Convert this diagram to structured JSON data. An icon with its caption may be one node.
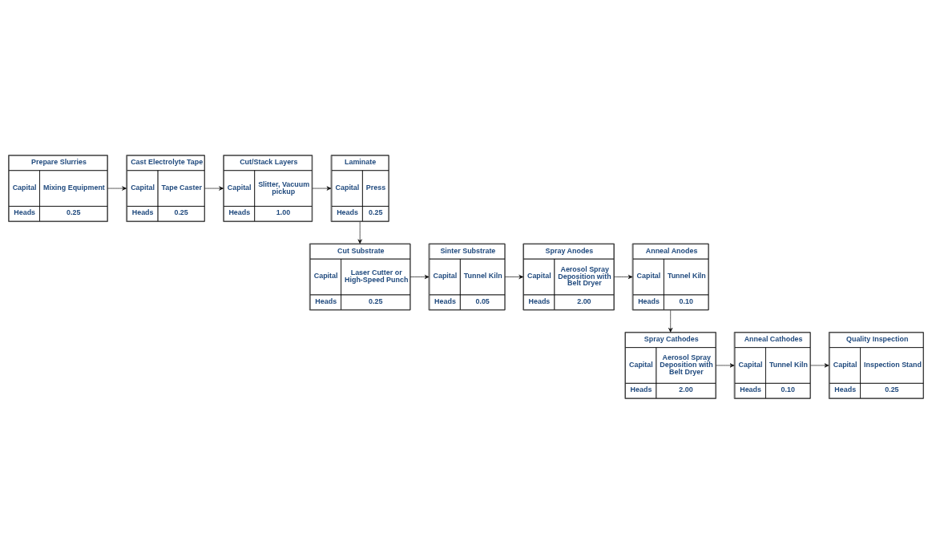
{
  "diagram": {
    "nodes": [
      {
        "text": [
          "Prepare Slurries",
          "Capital",
          "Mixing Equipment",
          "Heads",
          "0.25"
        ]
      },
      {
        "text": [
          "Cast Electrolyte Tape",
          "Capital",
          "Tape Caster",
          "Heads",
          "0.25"
        ]
      },
      {
        "text": [
          "Cut/Stack Layers",
          "Capital",
          "Slitter, Vacuum pickup",
          "Heads",
          "1.00"
        ]
      },
      {
        "text": [
          "Laminate",
          "Capital",
          "Press",
          "Heads",
          "0.25"
        ]
      },
      {
        "text": [
          "Cut Substrate",
          "Capital",
          "Laser Cutter or High-Speed Punch",
          "Heads",
          "0.25"
        ]
      },
      {
        "text": [
          "Sinter Substrate",
          "Capital",
          "Tunnel Kiln",
          "Heads",
          "0.05"
        ]
      },
      {
        "text": [
          "Spray Anodes",
          "Capital",
          "Aerosol Spray Deposition with Belt Dryer",
          "Heads",
          "2.00"
        ]
      },
      {
        "text": [
          "Anneal Anodes",
          "Capital",
          "Tunnel Kiln",
          "Heads",
          "0.10"
        ]
      },
      {
        "text": [
          "Spray Cathodes",
          "Capital",
          "Aerosol Spray Deposition with Belt Dryer",
          "Heads",
          "2.00"
        ]
      },
      {
        "text": [
          "Anneal Cathodes",
          "Capital",
          "Tunnel Kiln",
          "Heads",
          "0.10"
        ]
      },
      {
        "text": [
          "Quality Inspection",
          "Capital",
          "Inspection Stand",
          "Heads",
          "0.25"
        ]
      }
    ],
    "edges": [
      {
        "from": 0,
        "to": 1,
        "arrow": "to"
      },
      {
        "from": 1,
        "to": 2,
        "arrow": "to"
      },
      {
        "from": 2,
        "to": 3,
        "arrow": "to"
      },
      {
        "from": 3,
        "to": 4,
        "arrow": "to"
      },
      {
        "from": 4,
        "to": 5,
        "arrow": "to"
      },
      {
        "from": 5,
        "to": 6,
        "arrow": "to"
      },
      {
        "from": 6,
        "to": 7,
        "arrow": "to"
      },
      {
        "from": 7,
        "to": 8,
        "arrow": "to"
      },
      {
        "from": 8,
        "to": 9,
        "arrow": "to"
      },
      {
        "from": 9,
        "to": 10,
        "arrow": "to"
      }
    ]
  }
}
